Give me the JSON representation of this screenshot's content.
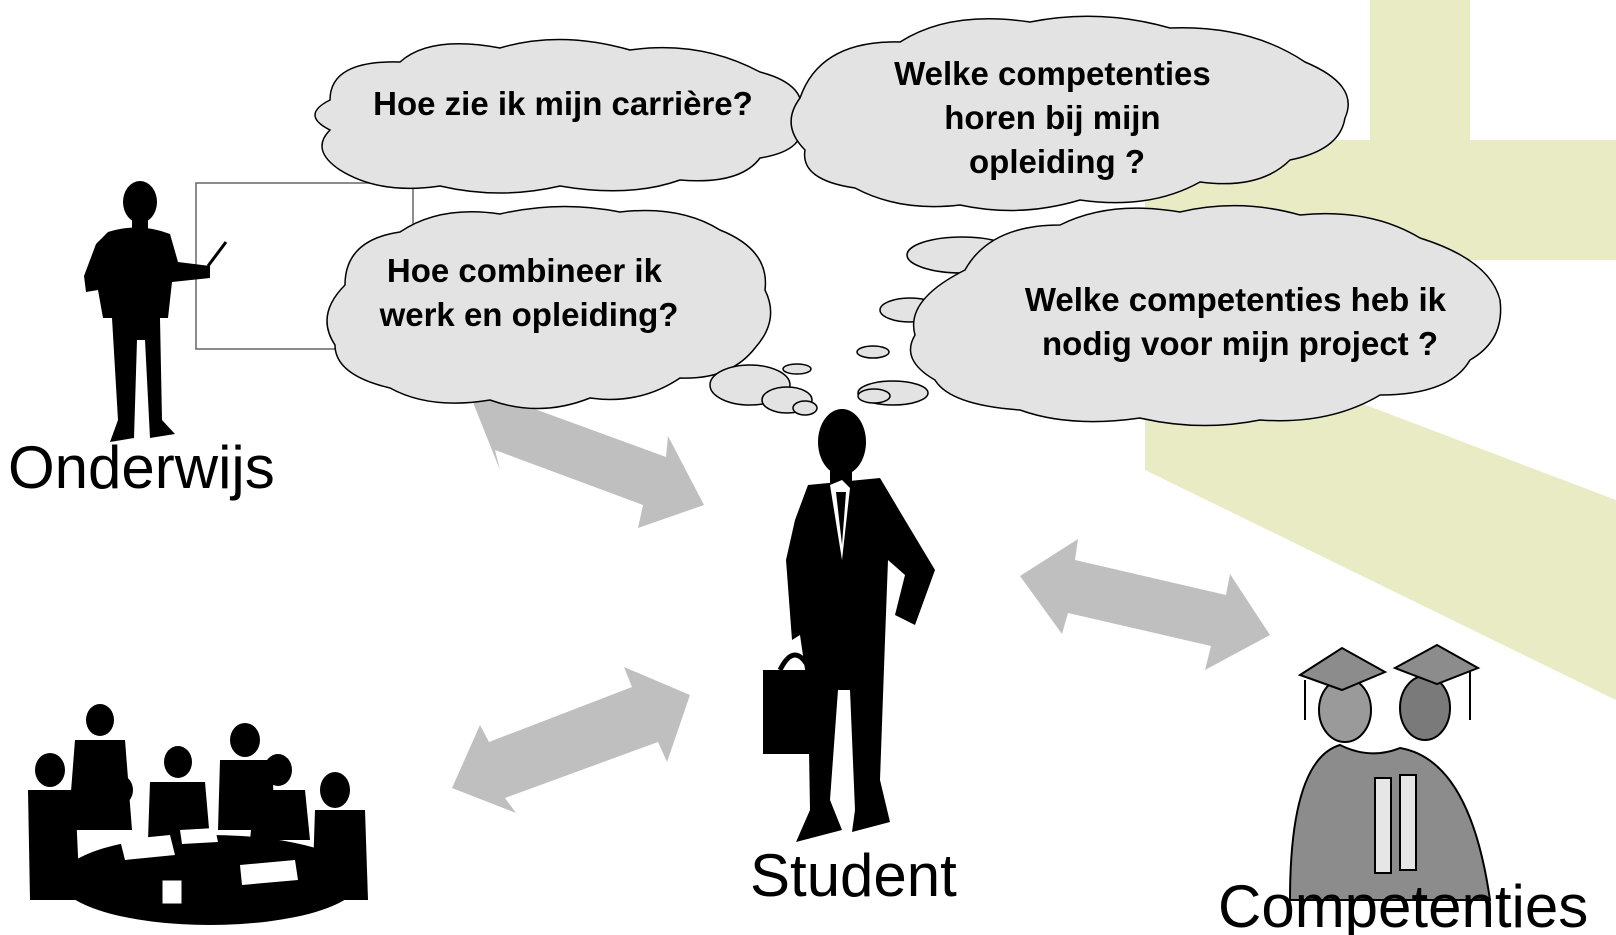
{
  "colors": {
    "background": "#ffffff",
    "cross_accent": "#e8ebc4",
    "bubble_fill": "#e3e3e3",
    "bubble_stroke": "#000000",
    "arrow_fill": "#bfbfbf",
    "silhouette": "#000000",
    "graduates_fill": "#8c8c8c"
  },
  "labels": {
    "left_figure": "Onderwijs",
    "center_figure": "Student",
    "right_figure": "Competenties"
  },
  "bubbles": [
    {
      "lines": [
        "Hoe zie ik mijn carrière?"
      ]
    },
    {
      "lines": [
        "Welke competenties",
        "horen bij mijn",
        "opleiding ?"
      ]
    },
    {
      "lines": [
        "Hoe combineer ik",
        "werk en opleiding?"
      ]
    },
    {
      "lines": [
        "Welke competenties heb ik",
        "nodig voor mijn project ?"
      ]
    }
  ],
  "icons": {
    "teacher": "teacher-silhouette-icon",
    "student": "businessman-silhouette-icon",
    "meeting": "meeting-group-icon",
    "graduates": "graduates-icon",
    "arrows": "double-arrow-icon"
  }
}
